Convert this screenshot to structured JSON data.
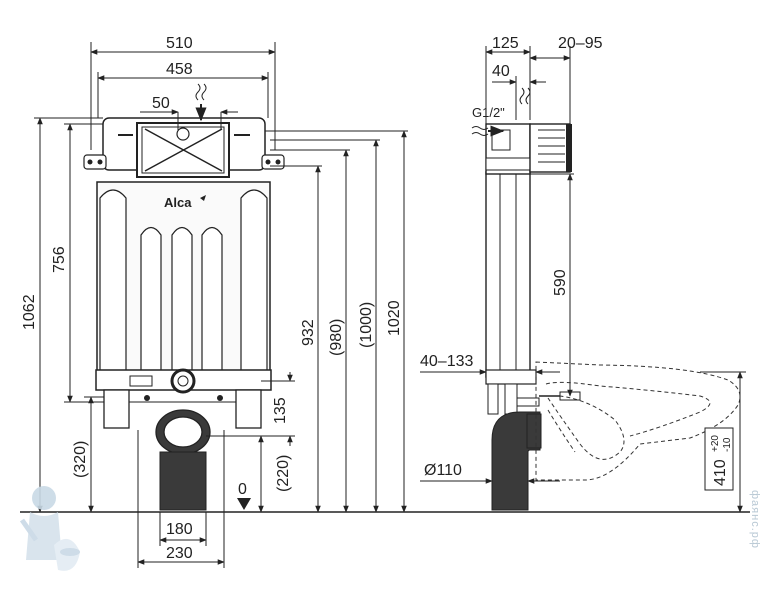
{
  "brand": "Alca",
  "watermark": "фаянс.рф",
  "dims": {
    "w510": "510",
    "w458": "458",
    "w50": "50",
    "h756": "756",
    "h1062": "1062",
    "h932": "932",
    "h980": "(980)",
    "h1000": "(1000)",
    "h1020": "1020",
    "h135": "135",
    "h220": "(220)",
    "h320": "(320)",
    "w180": "180",
    "w230": "230",
    "zero": "0",
    "s125": "125",
    "s20_95": "20–95",
    "s40": "40",
    "g12": "G1/2\"",
    "s590": "590",
    "s40_133": "40–133",
    "d110": "Ø110",
    "h410": "410",
    "h410_tol_up": "+20",
    "h410_tol_down": "-10"
  },
  "colors": {
    "line": "#222222",
    "dashed": "#333333",
    "pipe": "#3a3a3a",
    "frame_fill": "#f4f4f4",
    "panel_fill": "#ffffff",
    "watermark": "#b8c8d4"
  }
}
